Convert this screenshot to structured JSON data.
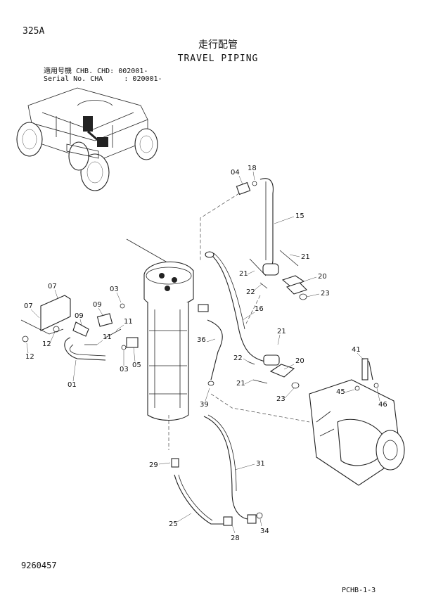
{
  "header": {
    "sheet_id": "325A",
    "title_jp": "走行配管",
    "title_en": "TRAVEL PIPING",
    "serial_line1": "適用号機 CHB. CHD: 002001-",
    "serial_line2": "Serial No. CHA     : 020001-"
  },
  "footer": {
    "doc_number": "9260457",
    "page_code": "PCHB-1-3"
  },
  "callouts": [
    "04",
    "18",
    "15",
    "21",
    "21",
    "20",
    "22",
    "23",
    "16",
    "21",
    "22",
    "20",
    "21",
    "23",
    "07",
    "07",
    "03",
    "09",
    "09",
    "11",
    "11",
    "12",
    "12",
    "36",
    "01",
    "03",
    "05",
    "39",
    "41",
    "45",
    "46",
    "29",
    "31",
    "25",
    "28",
    "34"
  ]
}
